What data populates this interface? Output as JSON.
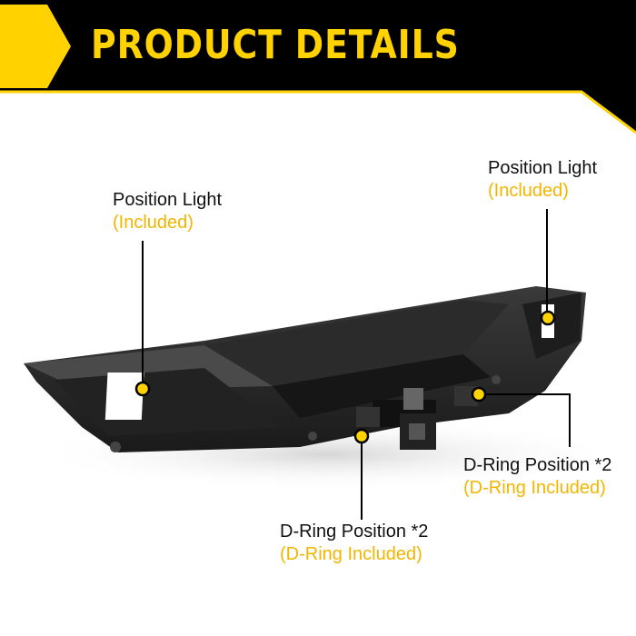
{
  "header": {
    "title": "PRODUCT DETAILS"
  },
  "colors": {
    "accent": "#ffd200",
    "label_secondary": "#f2b600",
    "header_bg": "#000000"
  },
  "callouts": [
    {
      "name": "left-position-light",
      "title": "Position Light",
      "note": "(Included)"
    },
    {
      "name": "right-position-light",
      "title": "Position Light",
      "note": "(Included)"
    },
    {
      "name": "right-d-ring",
      "title": "D-Ring Position *2",
      "note": "(D-Ring Included)"
    },
    {
      "name": "bottom-d-ring",
      "title": "D-Ring Position *2",
      "note": "(D-Ring Included)"
    }
  ]
}
